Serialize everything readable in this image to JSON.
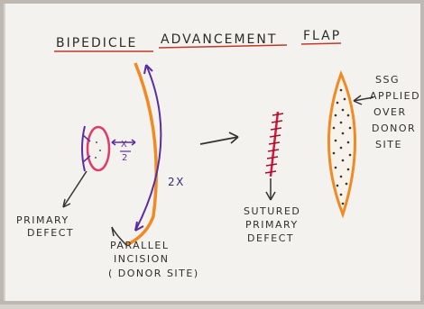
{
  "title": {
    "word1": "BIPEDICLE",
    "word2": "ADVANCEMENT",
    "word3": "FLAP"
  },
  "labels": {
    "half_x_top": "X",
    "half_x_bottom": "2",
    "two_x": "2X",
    "primary_defect": [
      "PRIMARY",
      "DEFECT"
    ],
    "parallel_incision": [
      "PARALLEL",
      "INCISION",
      "( DONOR SITE)"
    ],
    "sutured_primary_defect": [
      "SUTURED",
      "PRIMARY",
      "DEFECT"
    ],
    "ssg_applied": [
      "SSG",
      "APPLIED",
      "OVER",
      "DONOR",
      "SITE"
    ]
  },
  "colors": {
    "paper": "#f4f2ee",
    "ink": "#2f2f2f",
    "orange": "#f08a24",
    "purple": "#5a2ea0",
    "red": "#d61a3c",
    "pink": "#e84a8a"
  }
}
